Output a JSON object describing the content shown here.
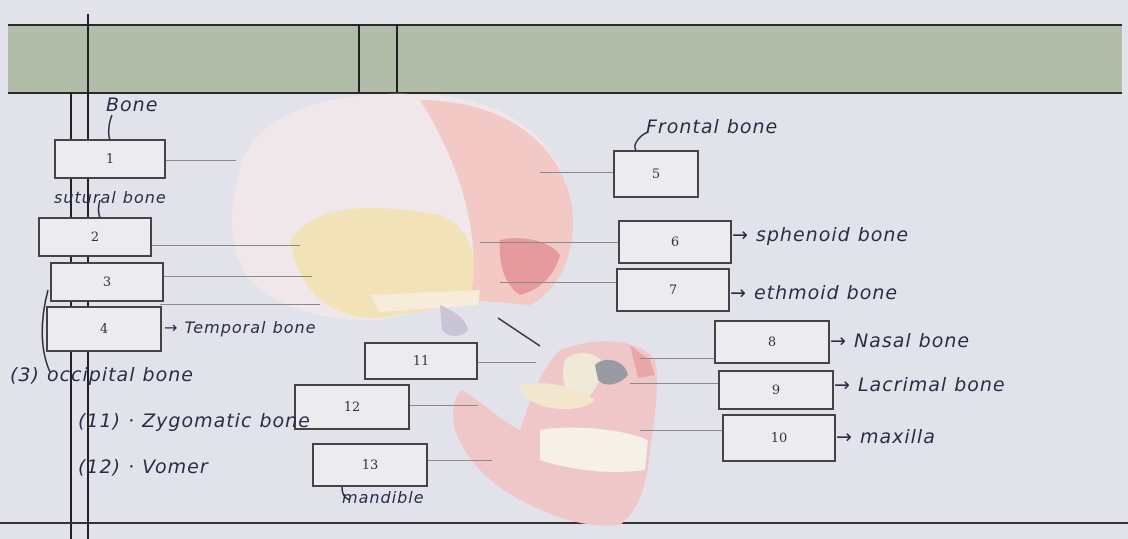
{
  "boxes": [
    {
      "num": "1"
    },
    {
      "num": "2"
    },
    {
      "num": "3"
    },
    {
      "num": "4"
    },
    {
      "num": "5"
    },
    {
      "num": "6"
    },
    {
      "num": "7"
    },
    {
      "num": "8"
    },
    {
      "num": "9"
    },
    {
      "num": "10"
    },
    {
      "num": "11"
    },
    {
      "num": "12"
    },
    {
      "num": "13"
    }
  ],
  "notes": {
    "bone": "Bone",
    "sutural": "sutural bone",
    "temporal": "Temporal bone",
    "occipital": "occipital bone",
    "occipital_num": "3",
    "zygomatic": "Zygomatic bone",
    "zygomatic_num": "11",
    "vomer": "Vomer",
    "vomer_num": "12",
    "mandible": "mandible",
    "frontal": "Frontal bone",
    "sphenoid": "sphenoid bone",
    "ethmoid": "ethmoid bone",
    "nasal": "Nasal bone",
    "lacrimal": "Lacrimal bone",
    "maxilla": "maxilla"
  },
  "colors": {
    "header_band": "#b2bda9",
    "paper": "#e2e2ea",
    "ink": "#2b2b45"
  }
}
